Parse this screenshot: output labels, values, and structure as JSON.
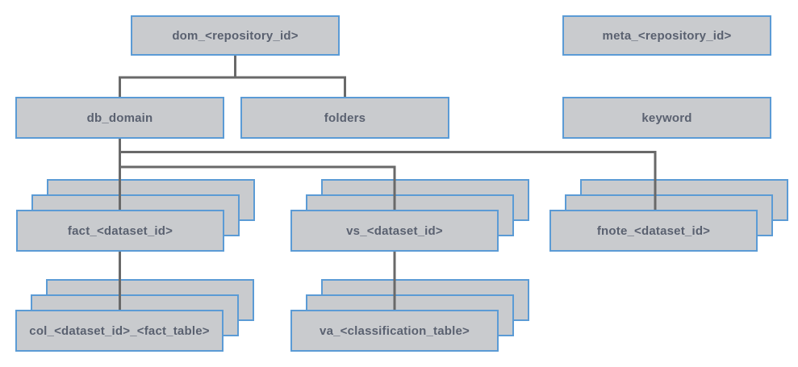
{
  "diagram": {
    "type": "database-schema-hierarchy",
    "colors": {
      "box_fill": "#c9cbce",
      "box_border": "#5b9bd5",
      "label_text": "#5a6170",
      "connector": "#696969",
      "background": "#ffffff"
    },
    "nodes": {
      "dom": {
        "label": "dom_<repository_id>",
        "stacked": false
      },
      "meta": {
        "label": "meta_<repository_id>",
        "stacked": false
      },
      "db_domain": {
        "label": "db_domain",
        "stacked": false
      },
      "folders": {
        "label": "folders",
        "stacked": false
      },
      "keyword": {
        "label": "keyword",
        "stacked": false
      },
      "fact": {
        "label": "fact_<dataset_id>",
        "stacked": true
      },
      "vs": {
        "label": "vs_<dataset_id>",
        "stacked": true
      },
      "fnote": {
        "label": "fnote_<dataset_id>",
        "stacked": true
      },
      "col": {
        "label": "col_<dataset_id>_<fact_table>",
        "stacked": true
      },
      "va": {
        "label": "va_<classification_table>",
        "stacked": true
      }
    },
    "edges": [
      {
        "from": "dom_<repository_id>",
        "to": "db_domain"
      },
      {
        "from": "dom_<repository_id>",
        "to": "folders"
      },
      {
        "from": "db_domain",
        "to": "fact_<dataset_id>"
      },
      {
        "from": "db_domain",
        "to": "vs_<dataset_id>"
      },
      {
        "from": "db_domain",
        "to": "fnote_<dataset_id>"
      },
      {
        "from": "fact_<dataset_id>",
        "to": "col_<dataset_id>_<fact_table>"
      },
      {
        "from": "vs_<dataset_id>",
        "to": "va_<classification_table>"
      }
    ]
  }
}
